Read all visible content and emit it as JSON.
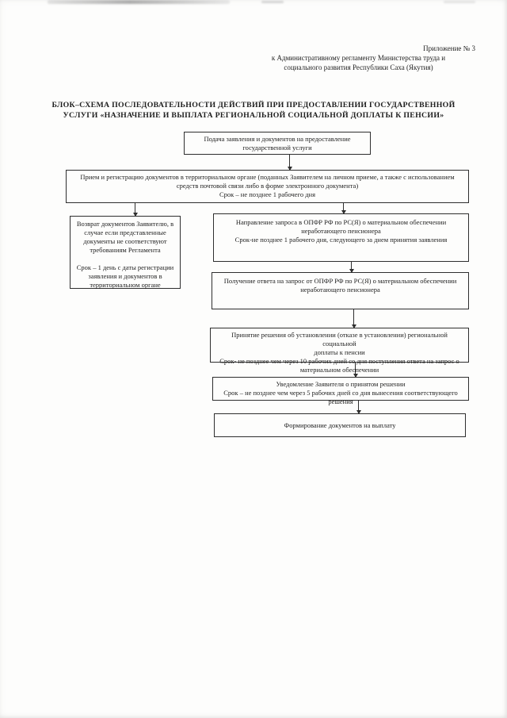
{
  "document": {
    "appendix": {
      "lines": [
        "Приложение № 3",
        "к Административному регламенту Министерства труда и",
        "социального развития Республики Саха (Якутия)"
      ]
    },
    "title": {
      "lines": [
        "БЛОК–СХЕМА ПОСЛЕДОВАТЕЛЬНОСТИ ДЕЙСТВИЙ ПРИ ПРЕДОСТАВЛЕНИИ ГОСУДАРСТВЕННОЙ",
        "УСЛУГИ «НАЗНАЧЕНИЕ И ВЫПЛАТА РЕГИОНАЛЬНОЙ СОЦИАЛЬНОЙ ДОПЛАТЫ К ПЕНСИИ»"
      ]
    }
  },
  "flowchart": {
    "boxes": {
      "submission": {
        "text": "Подача заявления и документов на предоставление\nгосударственной услуги"
      },
      "reception": {
        "text": "Прием и регистрацию документов в территориальном органе (поданных Заявителем на личном приеме, а также с использованием\nсредств почтовой связи либо в форме электронного документа)\nСрок – не позднее 1 рабочего дня"
      },
      "return_docs": {
        "text": "Возврат документов Заявителю, в\nслучае если представленные\nдокументы не соответствуют\nтребованиям Регламента\n\nСрок – 1 день с даты регистрации\nзаявления и документов в\nтерриториальном органе"
      },
      "request": {
        "text": "Направление запроса в ОПФР РФ по РС(Я) о материальном обеспечении\nнеработающего пенсионера\nСрок-не позднее 1 рабочего дня, следующего за днем принятия заявления"
      },
      "response": {
        "text": "Получение ответа на запрос от ОПФР РФ по РС(Я) о материальном обеспечении\nнеработающего пенсионера"
      },
      "decision": {
        "text": "Принятие решения об установлении (отказе в установлении) региональной социальной\nдоплаты к пенсии\nСрок- не позднее чем через 10 рабочих дней со дня поступления ответа на запрос о\nматериальном обеспечении"
      },
      "notification": {
        "text": "Уведомление Заявителя о принятом решении\nСрок – не позднее чем через 5 рабочих дней со дня вынесения соответствующего решения"
      },
      "payment": {
        "text": "Формирование документов на выплату"
      }
    }
  },
  "colors": {
    "ink": "#1f1f1f",
    "box_border": "#2e2e2e",
    "page_background": "#fdfdfc"
  }
}
